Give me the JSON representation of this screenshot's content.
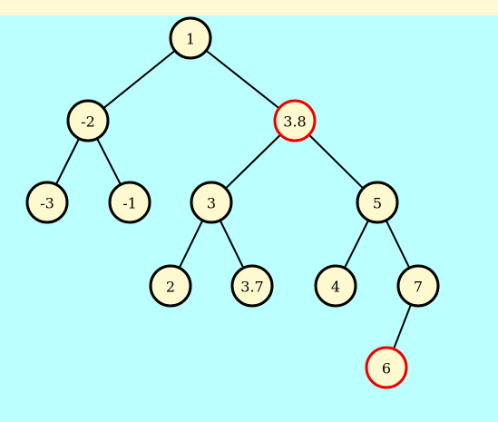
{
  "colors": {
    "top_bar": "#fff9d6",
    "canvas": "#bbffff",
    "node_fill": "#fff9d0",
    "node_stroke": "#000000",
    "highlight_stroke": "#ee0000",
    "edge": "#000000"
  },
  "tree": {
    "nodes": [
      {
        "id": "n1",
        "label": "1",
        "highlighted": false
      },
      {
        "id": "nm2",
        "label": "-2",
        "highlighted": false
      },
      {
        "id": "n3_8",
        "label": "3.8",
        "highlighted": true
      },
      {
        "id": "nm3",
        "label": "-3",
        "highlighted": false
      },
      {
        "id": "nm1",
        "label": "-1",
        "highlighted": false
      },
      {
        "id": "n3",
        "label": "3",
        "highlighted": false
      },
      {
        "id": "n5",
        "label": "5",
        "highlighted": false
      },
      {
        "id": "n2",
        "label": "2",
        "highlighted": false
      },
      {
        "id": "n3_7",
        "label": "3.7",
        "highlighted": false
      },
      {
        "id": "n4",
        "label": "4",
        "highlighted": false
      },
      {
        "id": "n7",
        "label": "7",
        "highlighted": false
      },
      {
        "id": "n6",
        "label": "6",
        "highlighted": true
      }
    ],
    "edges": [
      [
        "n1",
        "nm2"
      ],
      [
        "n1",
        "n3_8"
      ],
      [
        "nm2",
        "nm3"
      ],
      [
        "nm2",
        "nm1"
      ],
      [
        "n3_8",
        "n3"
      ],
      [
        "n3_8",
        "n5"
      ],
      [
        "n3",
        "n2"
      ],
      [
        "n3",
        "n3_7"
      ],
      [
        "n5",
        "n4"
      ],
      [
        "n5",
        "n7"
      ],
      [
        "n7",
        "n6"
      ]
    ]
  }
}
